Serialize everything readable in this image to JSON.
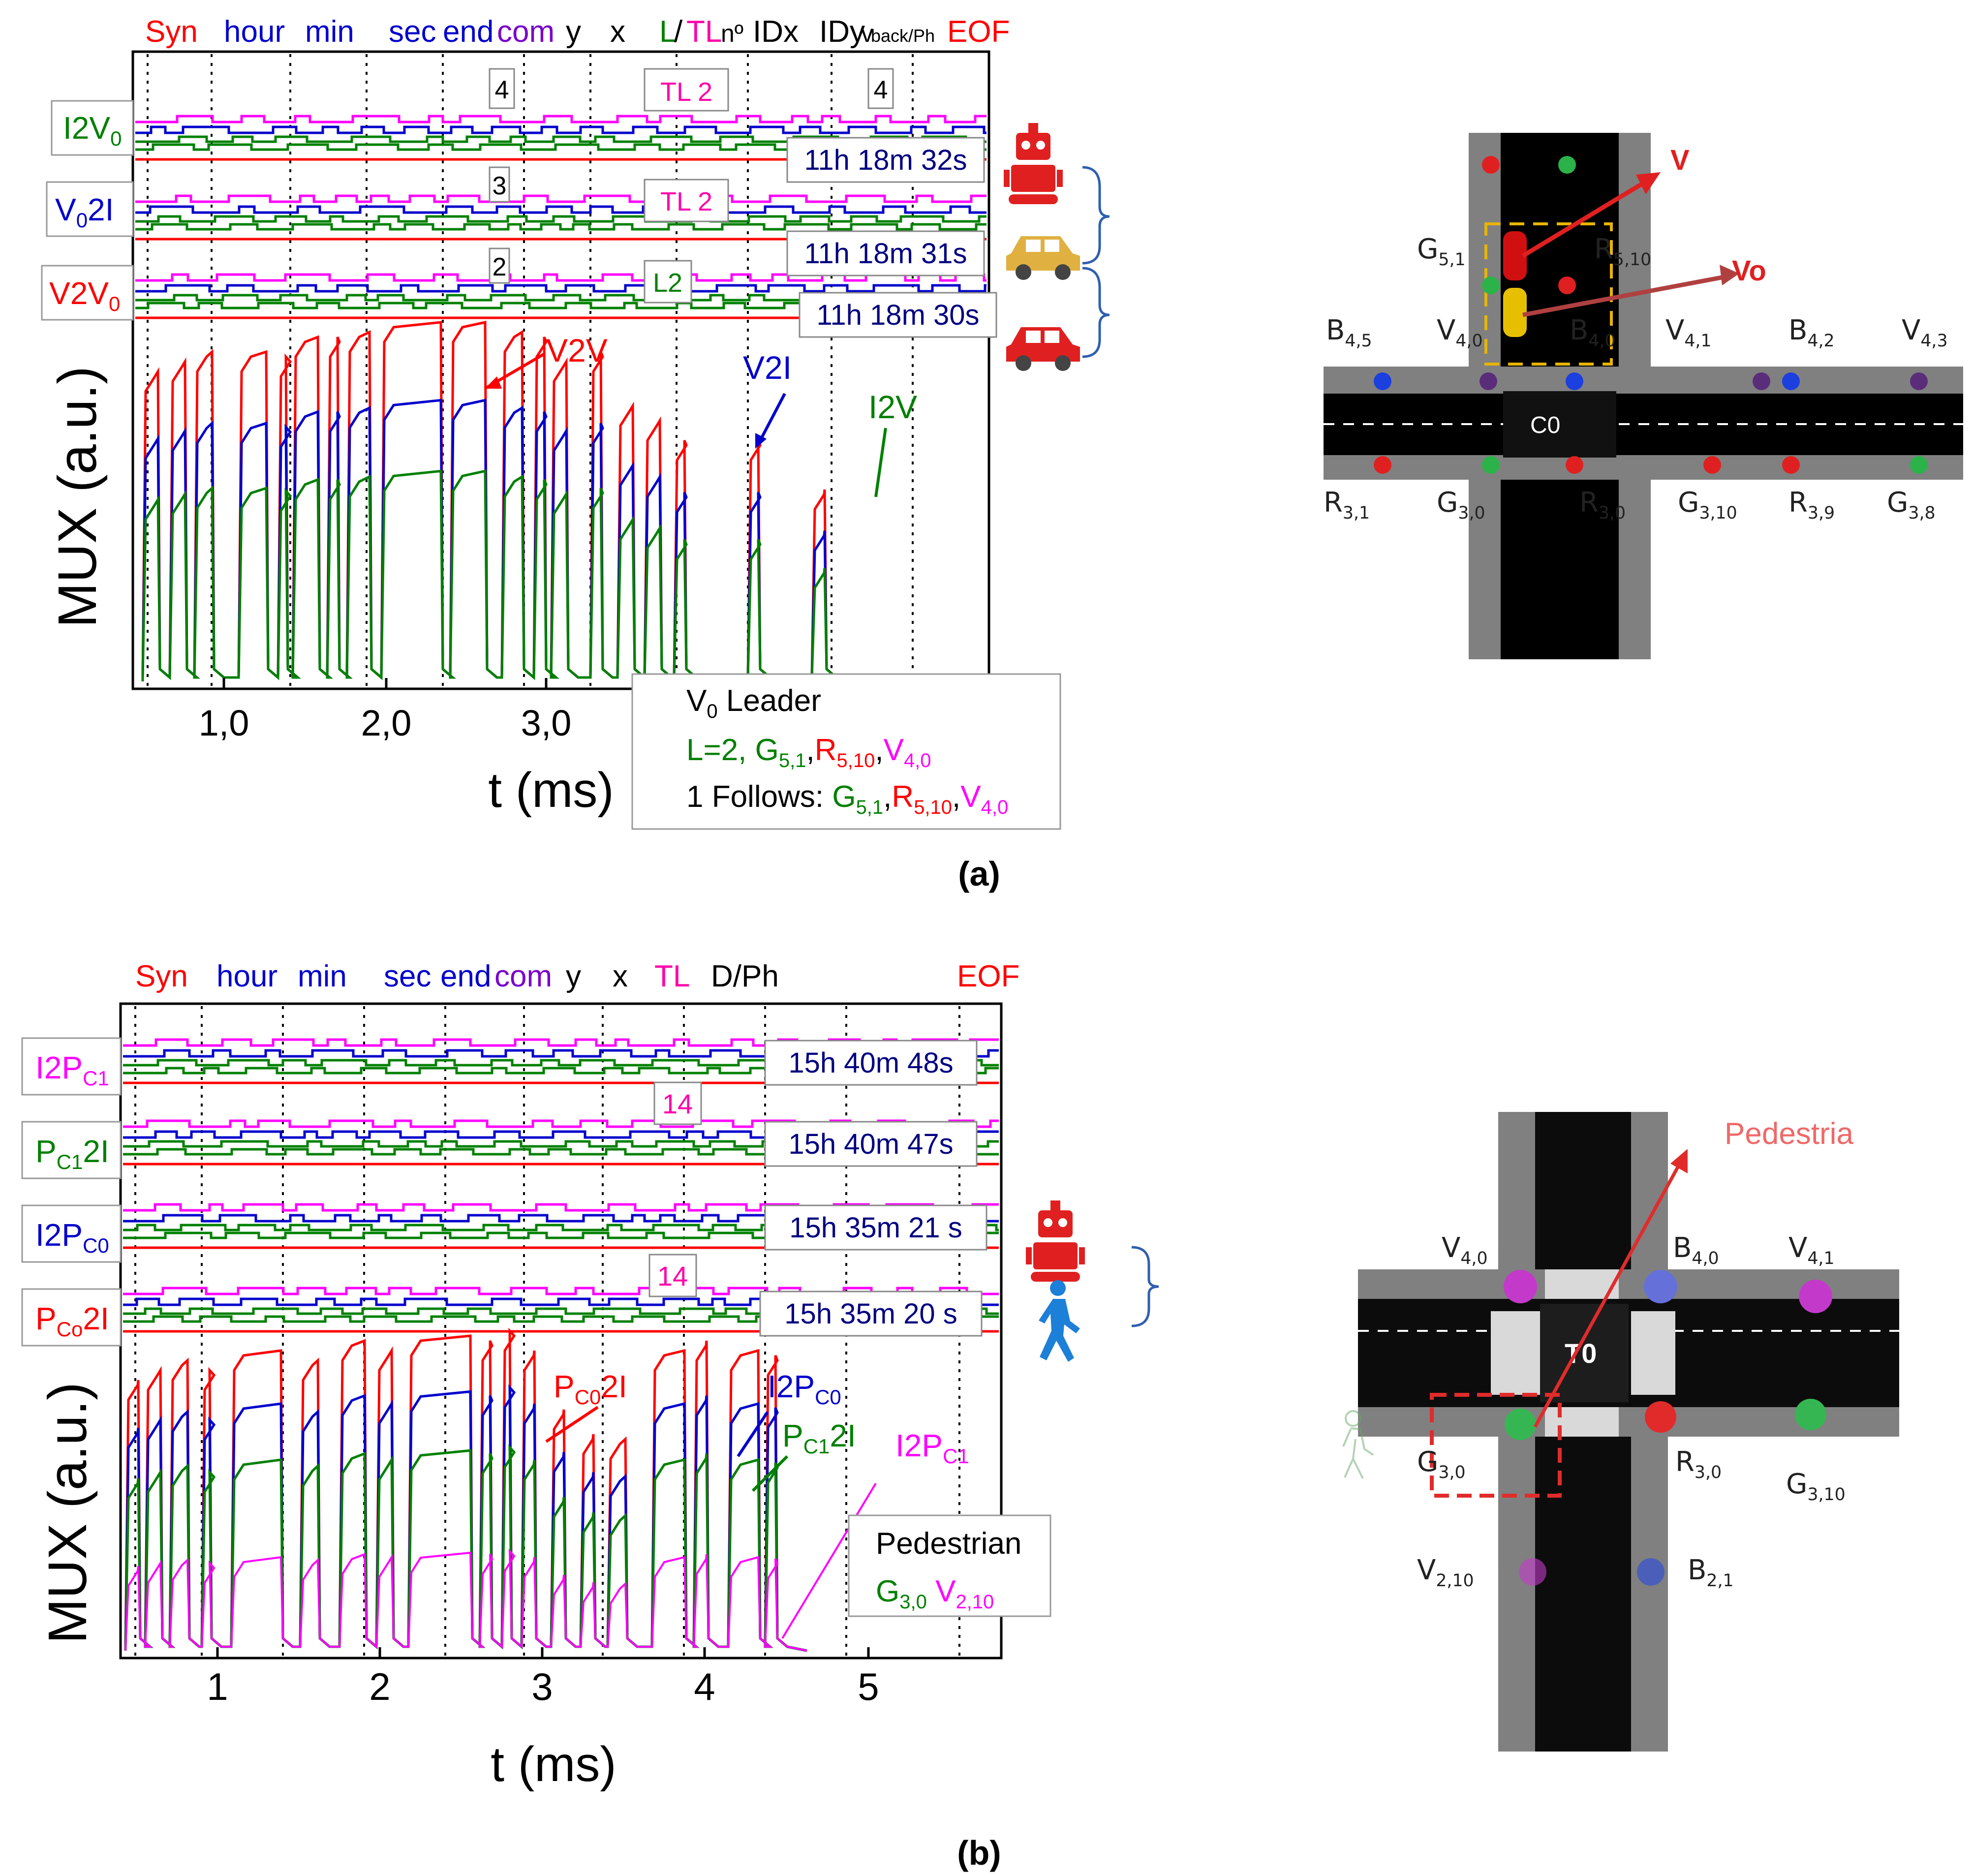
{
  "panel_a": {
    "caption": "(a)",
    "header": [
      {
        "text": "Syn",
        "color": "#ff0000"
      },
      {
        "text": "hour",
        "color": "#0000cc"
      },
      {
        "text": "min",
        "color": "#0000cc"
      },
      {
        "text": "sec",
        "color": "#0000cc"
      },
      {
        "text": "end",
        "color": "#0000cc"
      },
      {
        "text": "com",
        "color": "#7a00cc"
      },
      {
        "text": "y",
        "color": "#000000"
      },
      {
        "text": "x",
        "color": "#000000"
      },
      {
        "text": "L",
        "color": "#008000"
      },
      {
        "text": "/",
        "color": "#000000"
      },
      {
        "text": "TL",
        "color": "#ff00aa"
      },
      {
        "text": "nº",
        "color": "#000000"
      },
      {
        "text": "IDx",
        "color": "#000000"
      },
      {
        "text": "IDy",
        "color": "#000000"
      },
      {
        "text": "v",
        "color": "#000000"
      },
      {
        "text": "back/Ph",
        "color": "#000000"
      },
      {
        "text": "EOF",
        "color": "#ff0000"
      }
    ],
    "channels": [
      {
        "base": "I2V",
        "sub": "0",
        "color": "#008000"
      },
      {
        "base": "V",
        "sub": "0",
        "tail": "2I",
        "color": "#0000cc"
      },
      {
        "base": "V2V",
        "sub": "0",
        "color": "#ff0000"
      }
    ],
    "timestamps": [
      "11h 18m 32s",
      "11h 18m 31s",
      "11h 18m 30s"
    ],
    "small_boxes": [
      "4",
      "TL 2",
      "4",
      "3",
      "TL 2",
      "2",
      "L2"
    ],
    "ylabel": "MUX (a.u.)",
    "xlabel": "t (ms)",
    "xticks": [
      "1,0",
      "2,0",
      "3,0"
    ],
    "curve_labels": [
      "V2V",
      "V2I",
      "I2V"
    ],
    "legend": {
      "title": "V",
      "title_sub": "0",
      "title_tail": " Leader",
      "line2": [
        "L=2, ",
        "G",
        "5,1",
        ",",
        "R",
        "5,10",
        ",",
        "V",
        "4,0"
      ],
      "line3_prefix": "1 Follows: ",
      "line3": [
        "G",
        "5,1",
        ",",
        "R",
        "5,10",
        ",",
        "V",
        "4,0"
      ]
    }
  },
  "panel_b": {
    "caption": "(b)",
    "header": [
      {
        "text": "Syn",
        "color": "#ff0000"
      },
      {
        "text": "hour",
        "color": "#0000cc"
      },
      {
        "text": "min",
        "color": "#0000cc"
      },
      {
        "text": "sec",
        "color": "#0000cc"
      },
      {
        "text": "end",
        "color": "#0000cc"
      },
      {
        "text": "com",
        "color": "#7a00cc"
      },
      {
        "text": "y",
        "color": "#000000"
      },
      {
        "text": "x",
        "color": "#000000"
      },
      {
        "text": "TL",
        "color": "#ff00aa"
      },
      {
        "text": "D/Ph",
        "color": "#000000"
      },
      {
        "text": "EOF",
        "color": "#ff0000"
      }
    ],
    "channels": [
      {
        "base": "I2P",
        "sub": "C1",
        "color": "#ff00ff"
      },
      {
        "base": "P",
        "sub": "C1",
        "tail": "2I",
        "color": "#008000"
      },
      {
        "base": "I2P",
        "sub": "C0",
        "color": "#0000cc"
      },
      {
        "base": "P",
        "sub": "Co",
        "tail": "2I",
        "color": "#ff0000"
      }
    ],
    "timestamps": [
      "15h 40m 48s",
      "15h 40m 47s",
      "15h 35m 21 s",
      "15h 35m 20 s"
    ],
    "small_boxes": [
      "14",
      "14"
    ],
    "ylabel": "MUX (a.u.)",
    "xlabel": "t (ms)",
    "xticks": [
      "1",
      "2",
      "3",
      "4",
      "5"
    ],
    "curve_labels": [
      {
        "base": "P",
        "sub": "C0",
        "tail": "2I",
        "color": "#ff0000"
      },
      {
        "base": "I2P",
        "sub": "C0",
        "tail": "",
        "color": "#0000cc"
      },
      {
        "base": "P",
        "sub": "C1",
        "tail": "2I",
        "color": "#008000"
      },
      {
        "base": "I2P",
        "sub": "C1",
        "tail": "",
        "color": "#ff00ff"
      }
    ],
    "legend": {
      "title": "Pedestrian",
      "g": "G",
      "g_sub": "3,0",
      "v": "V",
      "v_sub": "2,10"
    }
  },
  "map_a": {
    "center": "C0",
    "labels": [
      {
        "b": "G",
        "s": "5,1"
      },
      {
        "b": "R",
        "s": "5,10"
      },
      {
        "b": "B",
        "s": "4,5"
      },
      {
        "b": "V",
        "s": "4,0"
      },
      {
        "b": "B",
        "s": "4,0"
      },
      {
        "b": "V",
        "s": "4,1"
      },
      {
        "b": "B",
        "s": "4,2"
      },
      {
        "b": "V",
        "s": "4,3"
      },
      {
        "b": "R",
        "s": "3,1"
      },
      {
        "b": "G",
        "s": "3,0"
      },
      {
        "b": "R",
        "s": "3,0"
      },
      {
        "b": "G",
        "s": "3,10"
      },
      {
        "b": "R",
        "s": "3,9"
      },
      {
        "b": "G",
        "s": "3,8"
      }
    ],
    "vec_v": "V",
    "vec_vo": "Vo"
  },
  "map_b": {
    "center": "T0",
    "pedestrian_label": "Pedestria",
    "labels": [
      {
        "b": "V",
        "s": "4,0"
      },
      {
        "b": "B",
        "s": "4,0"
      },
      {
        "b": "V",
        "s": "4,1"
      },
      {
        "b": "G",
        "s": "3,0"
      },
      {
        "b": "R",
        "s": "3,0"
      },
      {
        "b": "G",
        "s": "3,10"
      },
      {
        "b": "V",
        "s": "2,10"
      },
      {
        "b": "B",
        "s": "2,1"
      }
    ]
  },
  "colors": {
    "red": "#ff0000",
    "blue": "#0000cc",
    "green": "#008000",
    "magenta": "#ff00ff",
    "navy": "#000080",
    "gold": "#e0b040"
  }
}
